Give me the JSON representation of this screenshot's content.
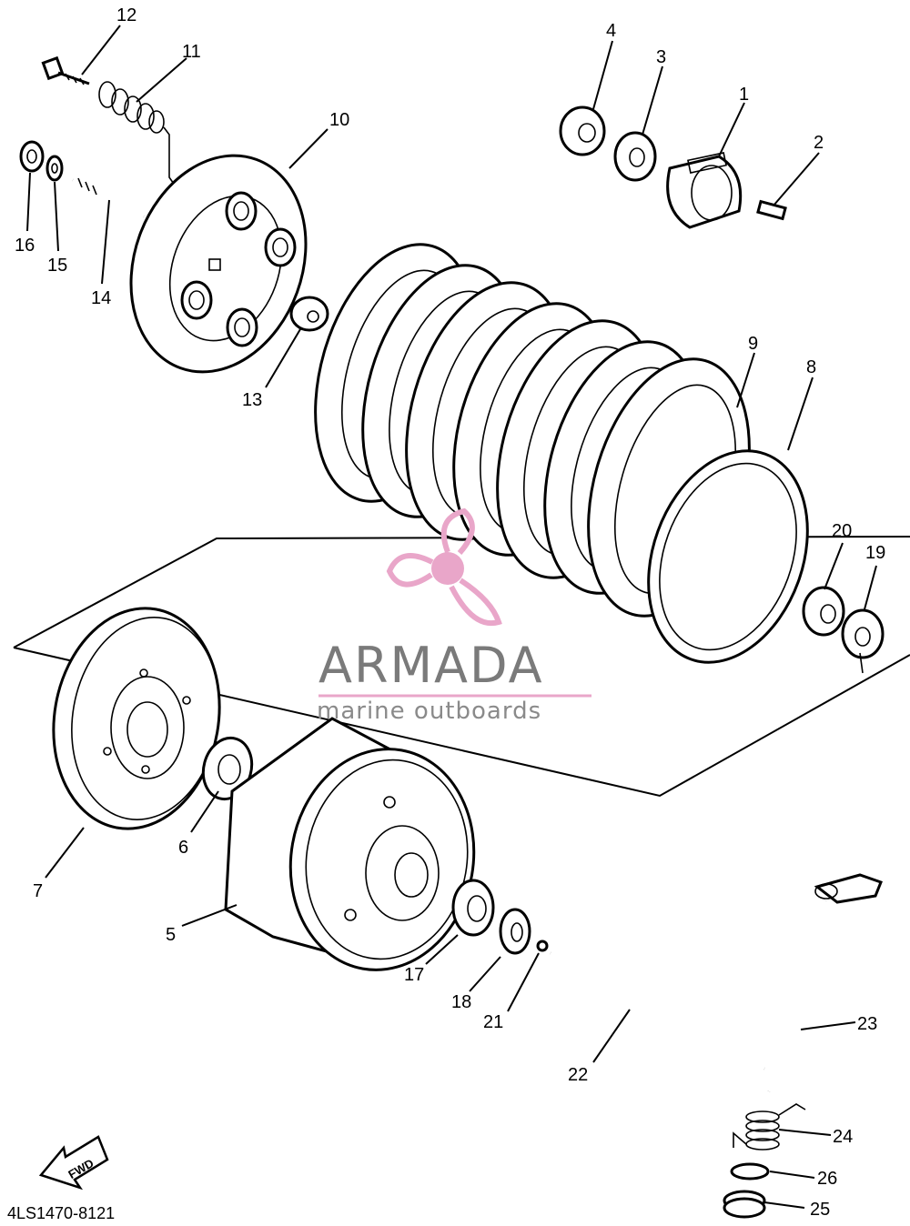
{
  "diagram": {
    "code": "4LS1470-8121",
    "fwd_label": "FWD",
    "watermark": {
      "title": "ARMADA",
      "subtitle": "marine outboards",
      "accent_color": "#e9a6c9",
      "text_color": "#7a7a7a"
    },
    "callouts": [
      {
        "id": "1",
        "text": "1"
      },
      {
        "id": "2",
        "text": "2"
      },
      {
        "id": "3",
        "text": "3"
      },
      {
        "id": "4",
        "text": "4"
      },
      {
        "id": "5",
        "text": "5"
      },
      {
        "id": "6",
        "text": "6"
      },
      {
        "id": "7",
        "text": "7"
      },
      {
        "id": "8",
        "text": "8"
      },
      {
        "id": "9",
        "text": "9"
      },
      {
        "id": "10",
        "text": "10"
      },
      {
        "id": "11",
        "text": "11"
      },
      {
        "id": "12",
        "text": "12"
      },
      {
        "id": "13",
        "text": "13"
      },
      {
        "id": "14",
        "text": "14"
      },
      {
        "id": "15",
        "text": "15"
      },
      {
        "id": "16",
        "text": "16"
      },
      {
        "id": "17",
        "text": "17"
      },
      {
        "id": "18",
        "text": "18"
      },
      {
        "id": "19",
        "text": "19"
      },
      {
        "id": "20",
        "text": "20"
      },
      {
        "id": "21",
        "text": "21"
      },
      {
        "id": "22",
        "text": "22"
      },
      {
        "id": "23",
        "text": "23"
      },
      {
        "id": "24",
        "text": "24"
      },
      {
        "id": "25",
        "text": "25"
      },
      {
        "id": "26",
        "text": "26"
      }
    ]
  }
}
